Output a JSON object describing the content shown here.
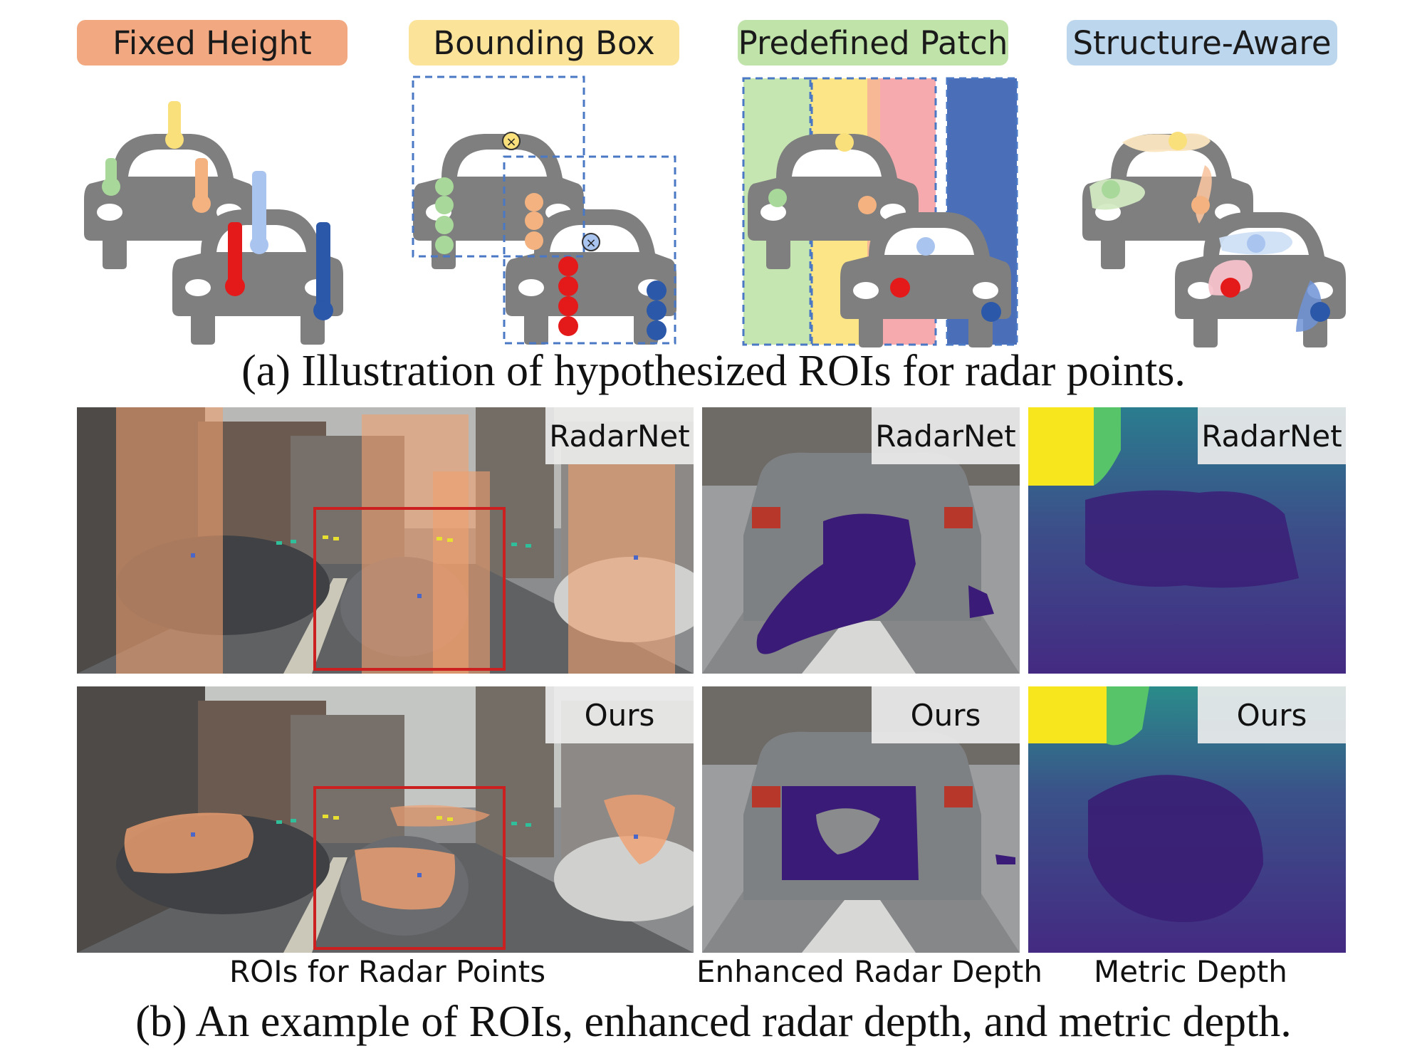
{
  "part_a": {
    "categories": [
      {
        "label": "Fixed Height",
        "color": "#f2a880"
      },
      {
        "label": "Bounding Box",
        "color": "#fbe49a"
      },
      {
        "label": "Predefined Patch",
        "color": "#bfe3a9"
      },
      {
        "label": "Structure-Aware",
        "color": "#bcd6ee"
      }
    ],
    "caption": "(a) Illustration of hypothesized ROIs for radar points."
  },
  "part_b": {
    "row_labels": [
      "RadarNet",
      "Ours"
    ],
    "column_captions": [
      "ROIs for Radar Points",
      "Enhanced Radar Depth",
      "Metric Depth"
    ],
    "caption": "(b) An example of ROIs, enhanced radar depth, and metric depth."
  },
  "colors": {
    "car_gray": "#7f7f7f",
    "roi_orange": "#f0a070",
    "radar_purple": "#3b1b78",
    "depth_far": "#f7e51e",
    "depth_near": "#412b83",
    "box_red": "#cc1f1f"
  }
}
